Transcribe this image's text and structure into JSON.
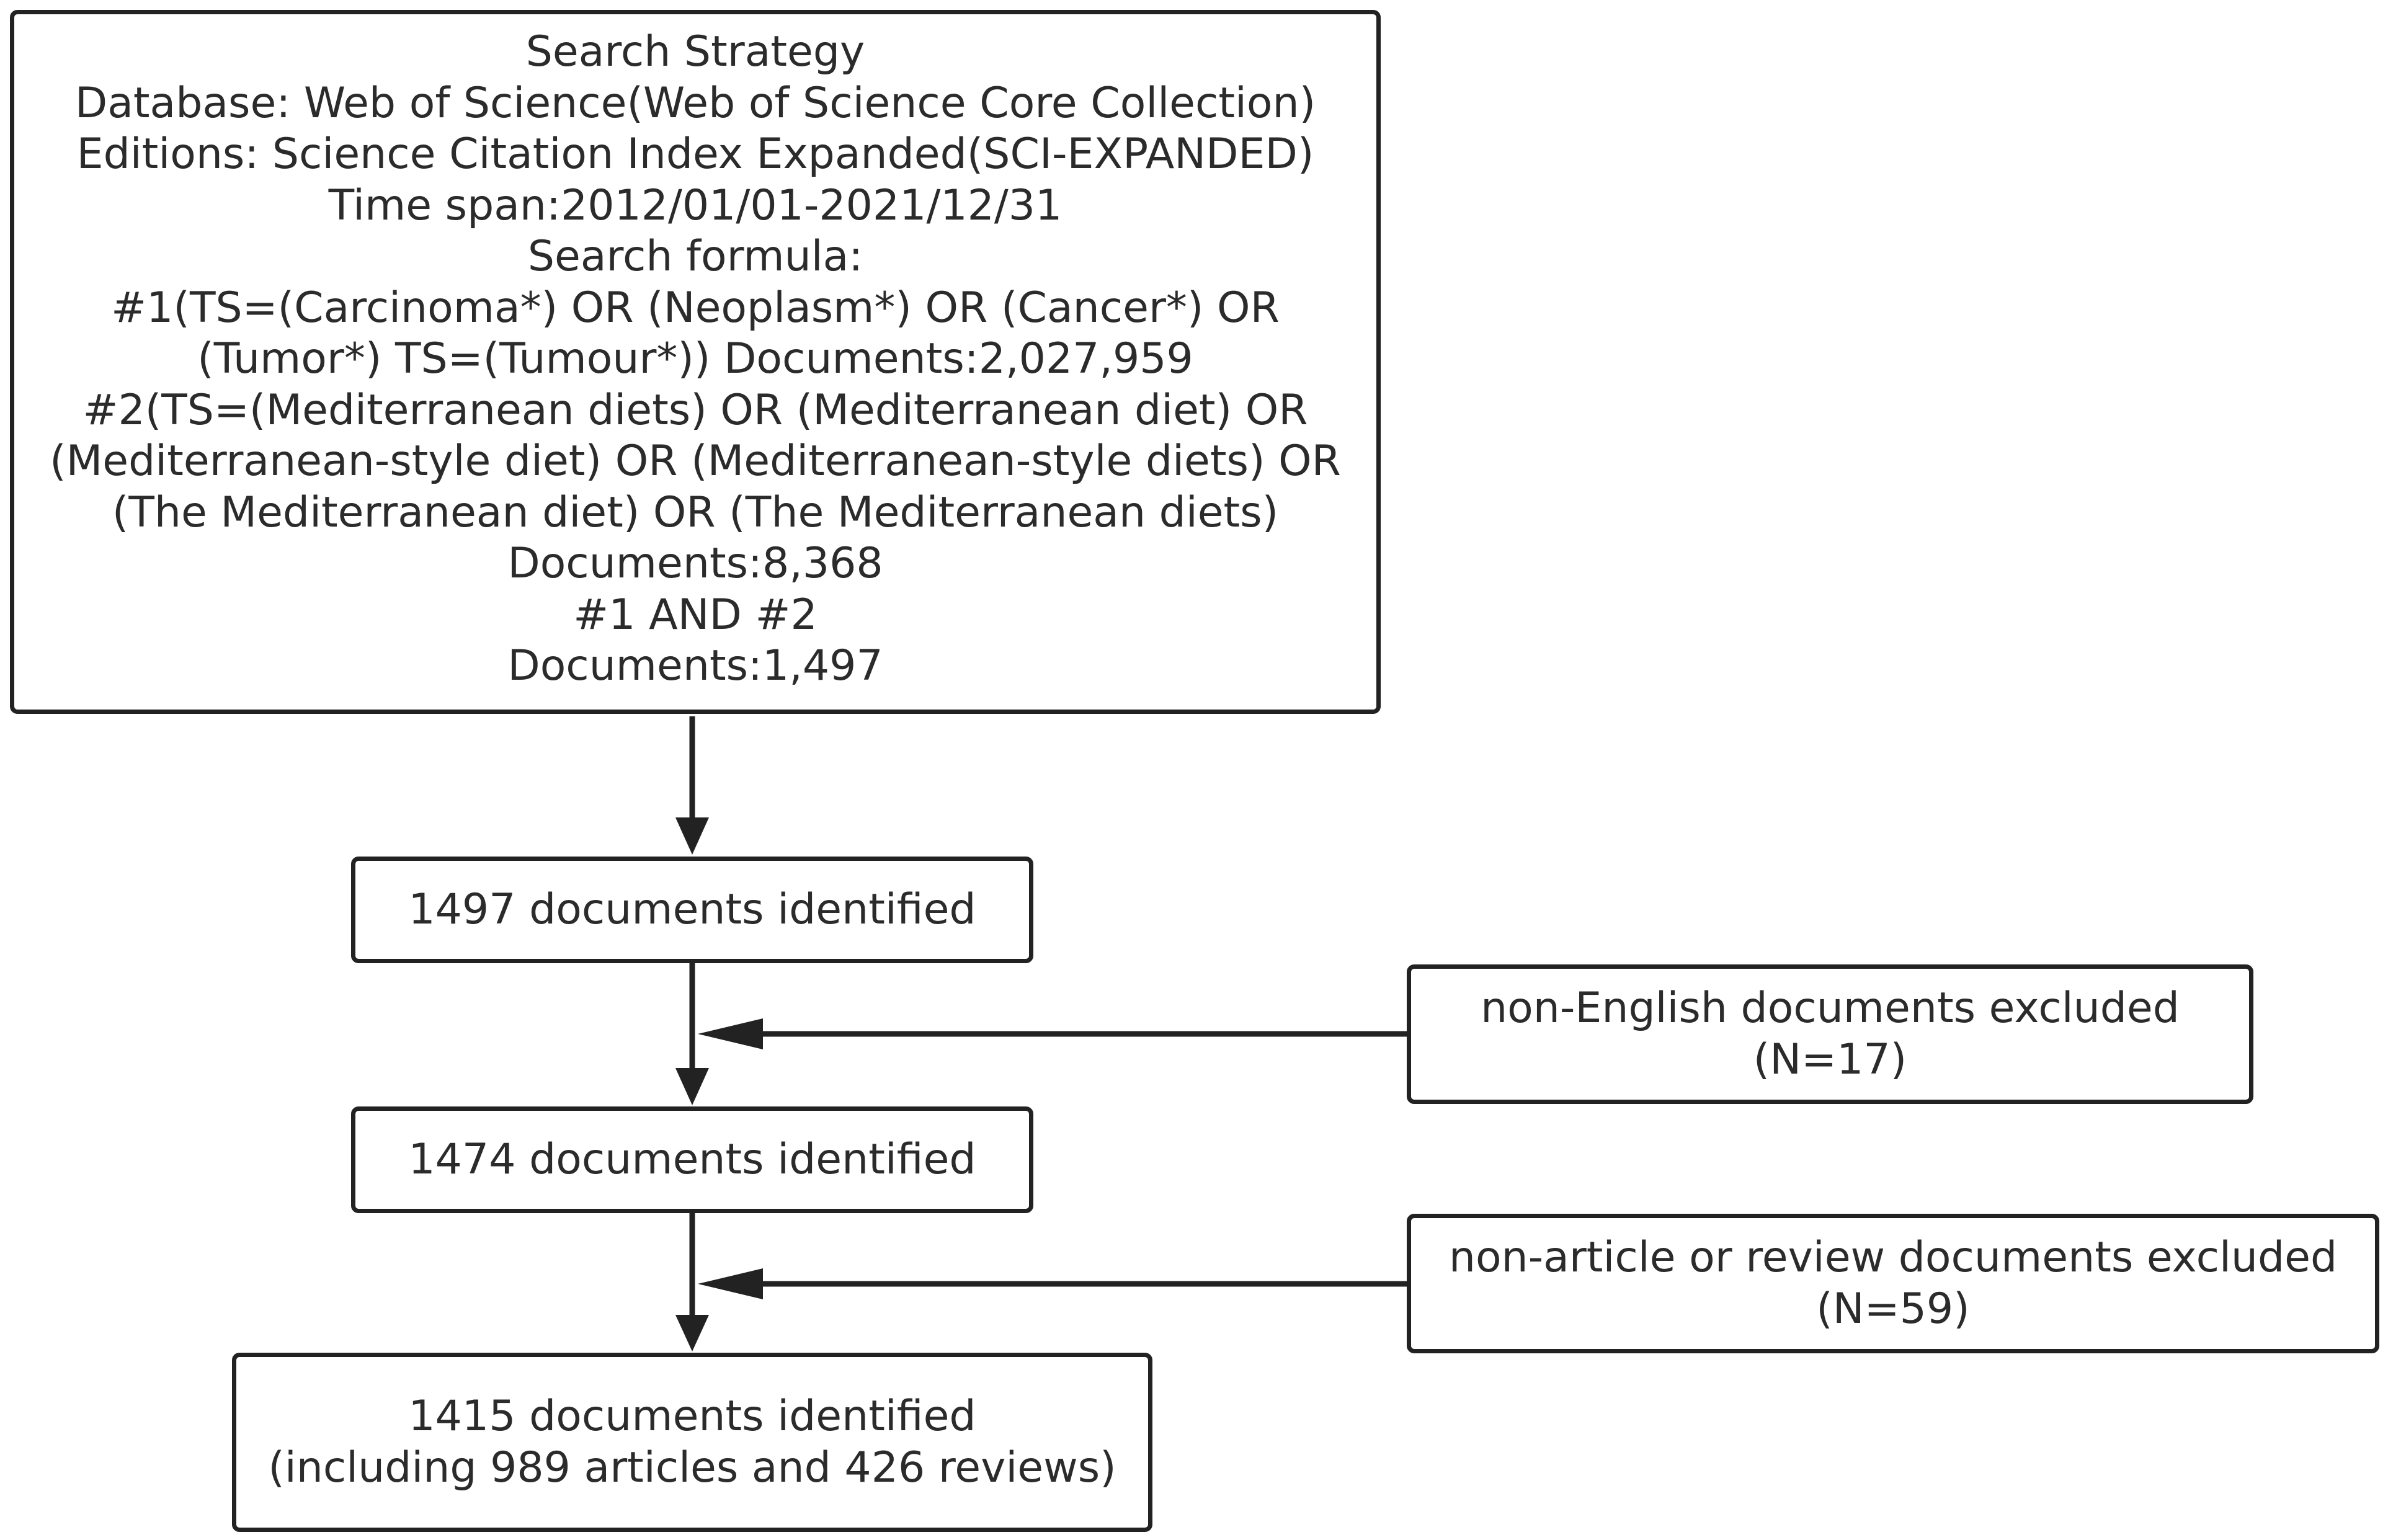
{
  "search_strategy": {
    "lines": [
      "Search Strategy",
      "Database: Web of Science(Web of Science Core Collection)",
      "Editions: Science Citation Index Expanded(SCI-EXPANDED)",
      "Time span:2012/01/01-2021/12/31",
      "Search formula:",
      "#1(TS=(Carcinoma*) OR (Neoplasm*) OR (Cancer*) OR",
      "(Tumor*) TS=(Tumour*)) Documents:2,027,959",
      "#2(TS=(Mediterranean diets) OR (Mediterranean diet) OR",
      "(Mediterranean-style diet) OR (Mediterranean-style diets) OR",
      "(The Mediterranean diet) OR (The Mediterranean diets)",
      "Documents:8,368",
      "#1 AND #2",
      "Documents:1,497"
    ]
  },
  "steps": {
    "step1": "1497 documents identified",
    "step2": "1474 documents identified",
    "step3_line1": "1415 documents identified",
    "step3_line2": "(including 989 articles and 426 reviews)"
  },
  "exclusions": {
    "language_label": "non-English documents excluded",
    "language_count": "(N=17)",
    "type_label": "non-article or review documents excluded",
    "type_count": "(N=59)"
  },
  "colors": {
    "stroke": "#222222",
    "text": "#2b2b2b",
    "background": "#ffffff"
  }
}
